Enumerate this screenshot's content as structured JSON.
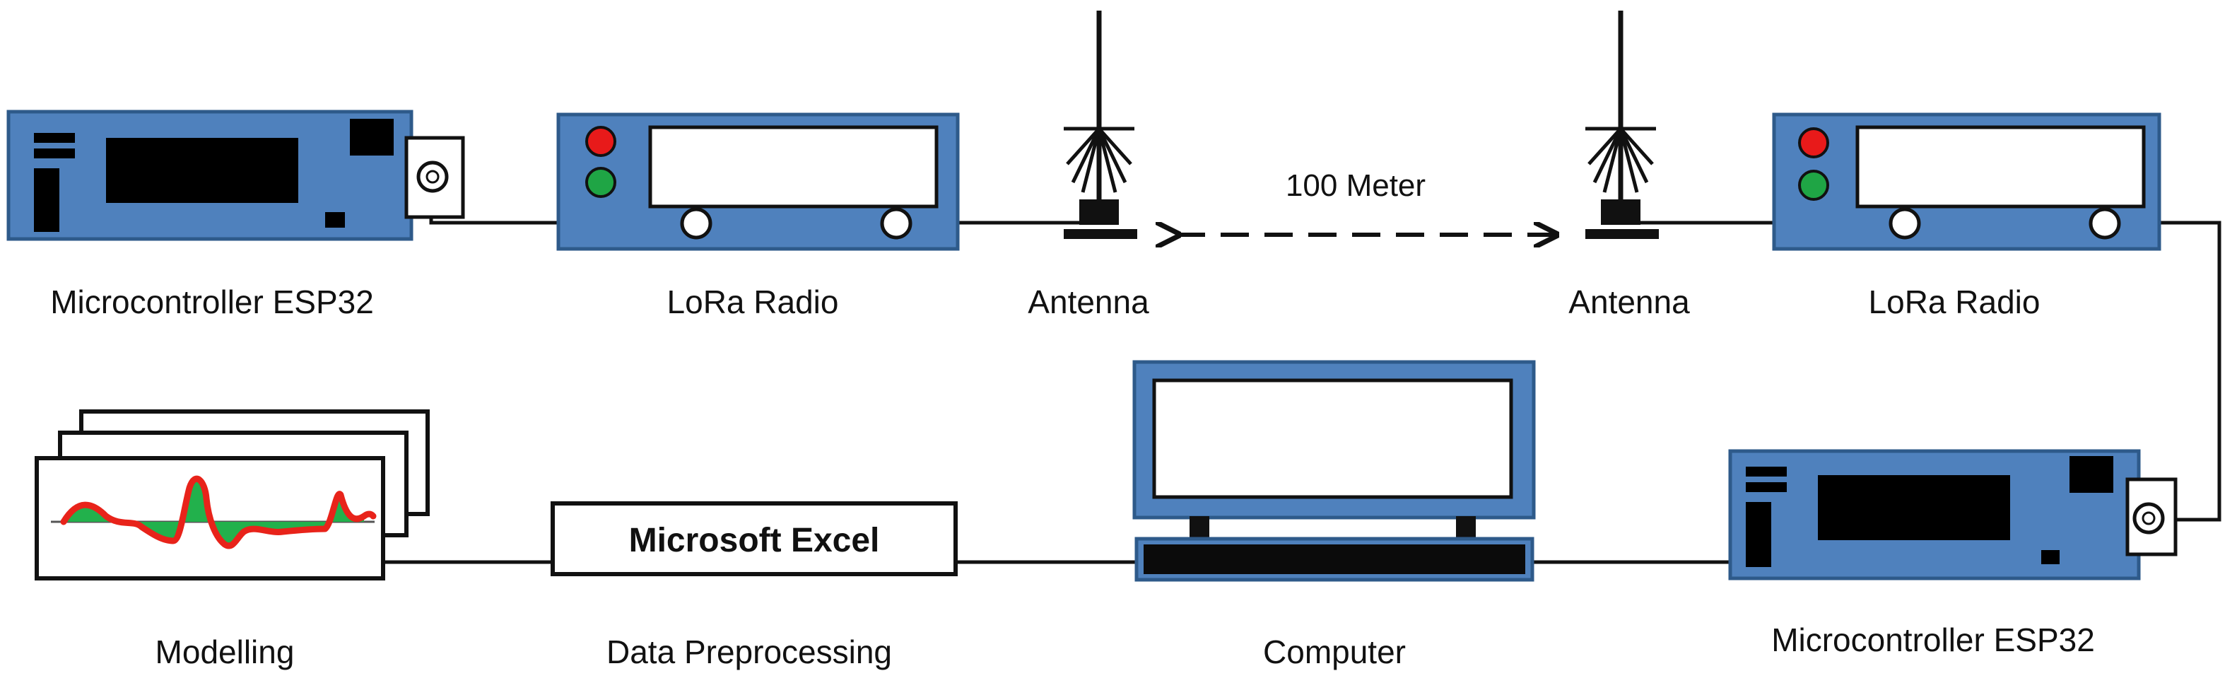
{
  "labels": {
    "mcu_left": "Microcontroller ESP32",
    "lora_left": "LoRa Radio",
    "antenna_left": "Antenna",
    "antenna_right": "Antenna",
    "lora_right": "LoRa Radio",
    "modelling": "Modelling",
    "data_preprocessing": "Data Preprocessing",
    "computer": "Computer",
    "mcu_right": "Microcontroller ESP32"
  },
  "link": {
    "distance": "100 Meter"
  },
  "software": {
    "excel": "Microsoft Excel"
  },
  "colors": {
    "device_fill": "#4F81BD",
    "device_stroke": "#2E5A8A",
    "led_red": "#E81A1A",
    "led_green": "#1FA545",
    "plot_line": "#E8231A",
    "plot_fill": "#22B14C"
  }
}
